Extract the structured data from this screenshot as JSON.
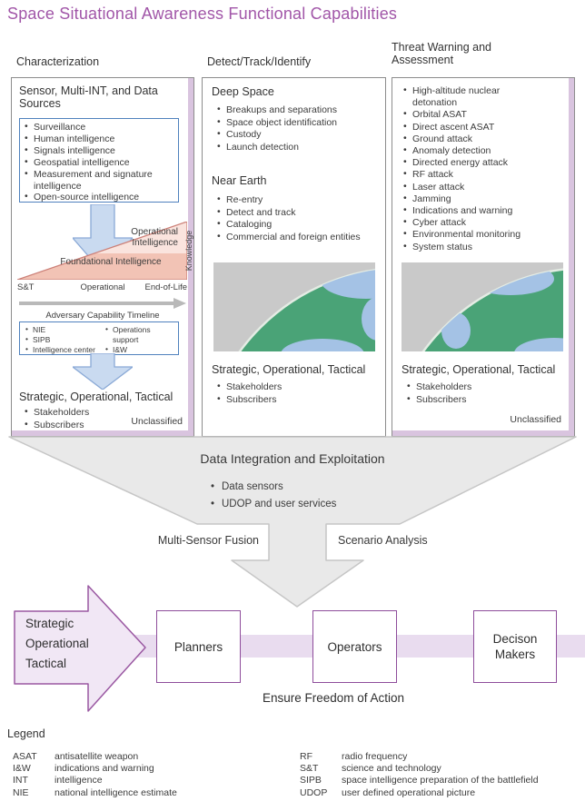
{
  "title": "Space Situational Awareness Functional Capabilities",
  "colors": {
    "title_purple": "#a156a8",
    "lavender_accent": "#d9c4df",
    "blue_box_border": "#4f81bd",
    "blue_arrow_fill": "#c9daf0",
    "salmon_triangle": "#f2c3b5",
    "light_pink_triangle": "#fae4de",
    "funnel_gray": "#e9e9e9",
    "flow_lavender_fill": "#f1e7f5",
    "flow_purple_border": "#9a58a2",
    "globe_land_green": "#4aa377",
    "globe_water_blue": "#a4c2e5"
  },
  "columns": {
    "characterization": {
      "header": "Characterization",
      "sources_heading": "Sensor, Multi-INT, and Data\nSources",
      "sources": [
        "Surveillance",
        "Human intelligence",
        "Signals intelligence",
        "Geospatial intelligence",
        "Measurement and signature intelligence",
        "Open-source intelligence"
      ],
      "triangle": {
        "operational": "Operational\nIntelligence",
        "foundational": "Foundational Intelligence",
        "knowledge": "Knowledge",
        "axis_left": "S&T",
        "axis_mid": "Operational",
        "axis_right": "End-of-Life",
        "timeline": "Adversary Capability Timeline"
      },
      "products_left": [
        "NIE",
        "SIPB",
        "Intelligence center"
      ],
      "products_right": [
        "Operations support",
        "I&W"
      ],
      "sot": "Strategic, Operational, Tactical",
      "sot_items": [
        "Stakeholders",
        "Subscribers"
      ],
      "unclassified": "Unclassified"
    },
    "detect": {
      "header": "Detect/Track/Identify",
      "deep_space_heading": "Deep Space",
      "deep_space": [
        "Breakups and separations",
        "Space object identification",
        "Custody",
        "Launch detection"
      ],
      "near_earth_heading": "Near Earth",
      "near_earth": [
        "Re-entry",
        "Detect and track",
        "Cataloging",
        "Commercial and foreign entities"
      ],
      "sot": "Strategic, Operational, Tactical",
      "sot_items": [
        "Stakeholders",
        "Subscribers"
      ]
    },
    "threat": {
      "header": "Threat Warning and\nAssessment",
      "items": [
        "High-altitude nuclear detonation",
        "Orbital ASAT",
        "Direct ascent ASAT",
        "Ground attack",
        "Anomaly detection",
        "Directed energy attack",
        "RF attack",
        "Laser attack",
        "Jamming",
        "Indications and warning",
        "Cyber attack",
        "Environmental monitoring",
        "System status"
      ],
      "sot": "Strategic, Operational, Tactical",
      "sot_items": [
        "Stakeholders",
        "Subscribers"
      ],
      "unclassified": "Unclassified"
    }
  },
  "integration": {
    "title": "Data Integration and Exploitation",
    "items": [
      "Data sensors",
      "UDOP and user services"
    ],
    "left_label": "Multi-Sensor Fusion",
    "right_label": "Scenario Analysis"
  },
  "flow": {
    "arrow_lines": [
      "Strategic",
      "Operational",
      "Tactical"
    ],
    "boxes": [
      "Planners",
      "Operators",
      "Decison Makers"
    ],
    "caption": "Ensure Freedom of Action"
  },
  "legend": {
    "heading": "Legend",
    "left": [
      {
        "term": "ASAT",
        "def": "antisatellite weapon"
      },
      {
        "term": "I&W",
        "def": "indications and warning"
      },
      {
        "term": "INT",
        "def": "intelligence"
      },
      {
        "term": "NIE",
        "def": "national intelligence estimate"
      }
    ],
    "right": [
      {
        "term": "RF",
        "def": "radio frequency"
      },
      {
        "term": "S&T",
        "def": "science and technology"
      },
      {
        "term": "SIPB",
        "def": "space intelligence preparation of the battlefield"
      },
      {
        "term": "UDOP",
        "def": "user defined operational picture"
      }
    ]
  }
}
